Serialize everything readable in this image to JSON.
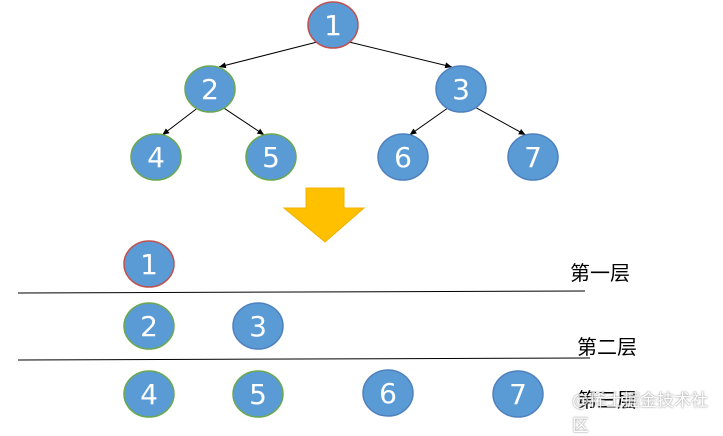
{
  "tree": {
    "nodes": [
      {
        "id": "1",
        "label": "1",
        "outline": "#c0504d"
      },
      {
        "id": "2",
        "label": "2",
        "outline": "#6aa84f"
      },
      {
        "id": "3",
        "label": "3",
        "outline": "#4f81bd"
      },
      {
        "id": "4",
        "label": "4",
        "outline": "#6aa84f"
      },
      {
        "id": "5",
        "label": "5",
        "outline": "#6aa84f"
      },
      {
        "id": "6",
        "label": "6",
        "outline": "#4f81bd"
      },
      {
        "id": "7",
        "label": "7",
        "outline": "#4f81bd"
      }
    ],
    "edges": [
      [
        "1",
        "2"
      ],
      [
        "1",
        "3"
      ],
      [
        "2",
        "4"
      ],
      [
        "2",
        "5"
      ],
      [
        "3",
        "6"
      ],
      [
        "3",
        "7"
      ]
    ]
  },
  "arrow": {
    "color": "#ffc000",
    "outline": "#f0b000"
  },
  "layers": [
    {
      "label": "第一层",
      "nodes": [
        {
          "label": "1",
          "outline": "#c0504d"
        }
      ]
    },
    {
      "label": "第二层",
      "nodes": [
        {
          "label": "2",
          "outline": "#6aa84f"
        },
        {
          "label": "3",
          "outline": "#4f81bd"
        }
      ]
    },
    {
      "label": "第三层",
      "nodes": [
        {
          "label": "4",
          "outline": "#6aa84f"
        },
        {
          "label": "5",
          "outline": "#6aa84f"
        },
        {
          "label": "6",
          "outline": "#4f81bd"
        },
        {
          "label": "7",
          "outline": "#4f81bd"
        }
      ]
    }
  ],
  "node_fill": "#5b9bd5",
  "watermark": "@稀土掘金技术社区"
}
